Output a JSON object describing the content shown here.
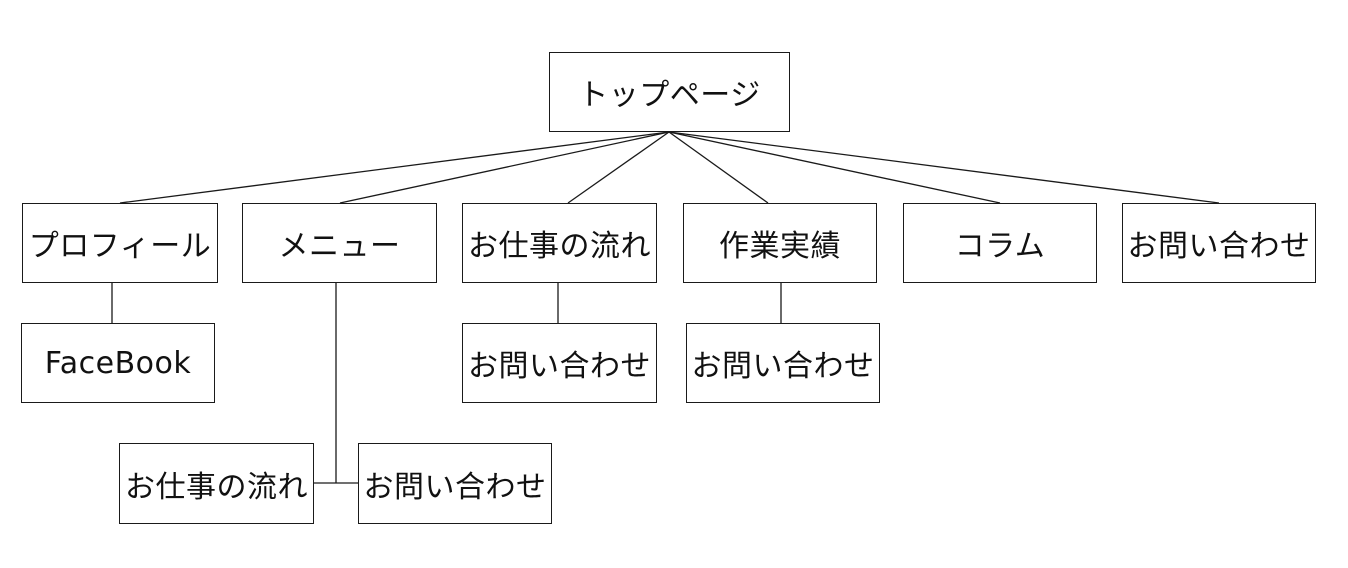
{
  "root": {
    "label": "トップページ"
  },
  "sections": [
    {
      "label": "プロフィール"
    },
    {
      "label": "メニュー"
    },
    {
      "label": "お仕事の流れ"
    },
    {
      "label": "作業実績"
    },
    {
      "label": "コラム"
    },
    {
      "label": "お問い合わせ"
    }
  ],
  "profile_children": [
    {
      "label": "FaceBook"
    }
  ],
  "menu_children": [
    {
      "label": "お仕事の流れ"
    },
    {
      "label": "お問い合わせ"
    }
  ],
  "flow_children": [
    {
      "label": "お問い合わせ"
    }
  ],
  "works_children": [
    {
      "label": "お問い合わせ"
    }
  ],
  "colors": {
    "line": "#1a1a1a",
    "box_border": "#1a1a1a",
    "text": "#111111",
    "background": "#ffffff"
  }
}
